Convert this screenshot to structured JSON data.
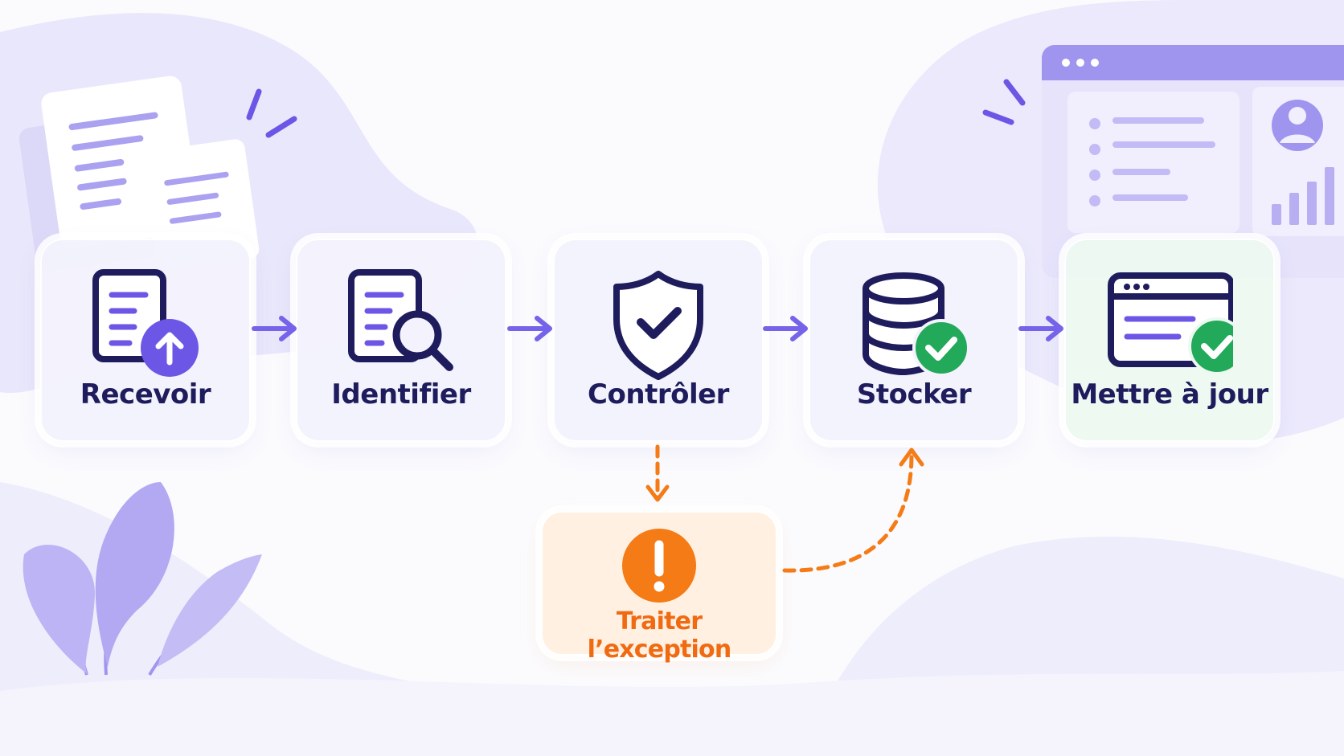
{
  "steps": [
    {
      "id": "recevoir",
      "label": "Recevoir",
      "icon": "document-upload-icon"
    },
    {
      "id": "identifier",
      "label": "Identifier",
      "icon": "document-search-icon"
    },
    {
      "id": "controler",
      "label": "Contrôler",
      "icon": "shield-check-icon"
    },
    {
      "id": "stocker",
      "label": "Stocker",
      "icon": "database-check-icon"
    },
    {
      "id": "mettre-a-jour",
      "label": "Mettre à jour",
      "icon": "window-check-icon"
    }
  ],
  "exception": {
    "label": "Traiter l’exception",
    "icon": "exclamation-circle-icon"
  },
  "colors": {
    "ink": "#1e1c5c",
    "accent": "#6c56e6",
    "arrow": "#7563ea",
    "success": "#22a95a",
    "warning": "#f47b16",
    "backdrop": "#cdc9f6"
  }
}
